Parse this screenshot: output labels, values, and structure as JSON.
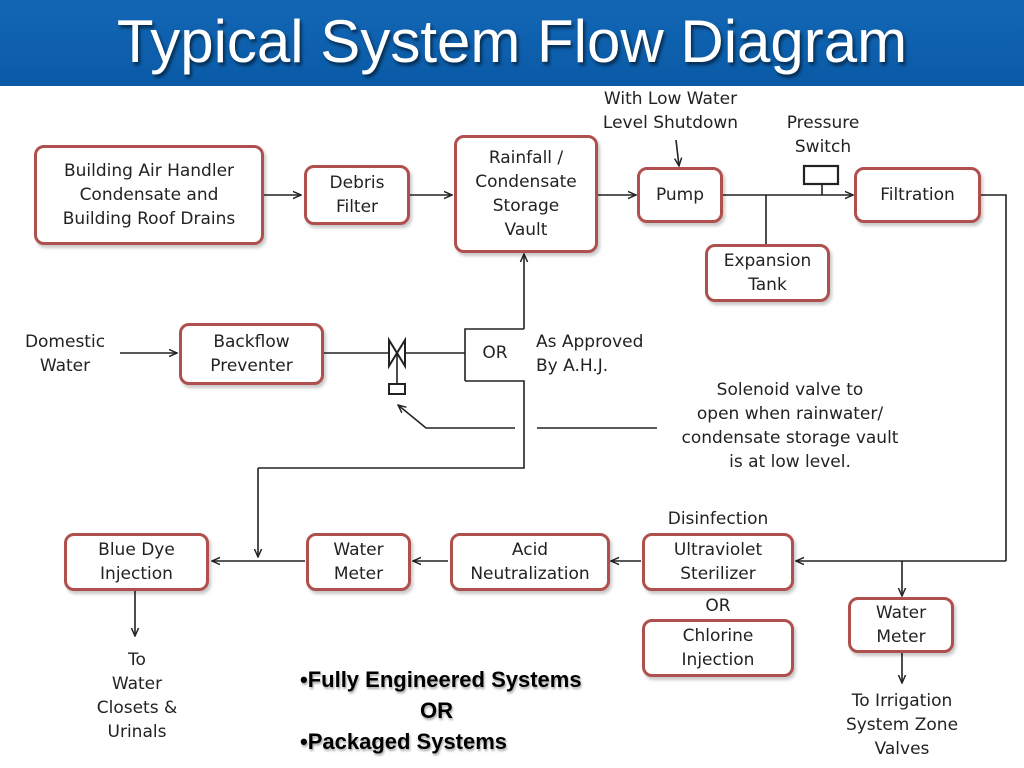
{
  "title": "Typical System Flow Diagram",
  "colors": {
    "header": "#0a5aa6",
    "box_border": "#b0504e",
    "line": "#222222"
  },
  "nodes": {
    "building_air_handler": "Building Air Handler\nCondensate and\nBuilding Roof Drains",
    "debris_filter": "Debris\nFilter",
    "storage_vault": "Rainfall /\nCondensate\nStorage\nVault",
    "pump": "Pump",
    "filtration": "Filtration",
    "expansion_tank": "Expansion\nTank",
    "backflow_preventer": "Backflow\nPreventer",
    "blue_dye_injection": "Blue Dye\nInjection",
    "water_meter_left": "Water\nMeter",
    "acid_neutralization": "Acid\nNeutralization",
    "uv_sterilizer": "Ultraviolet\nSterilizer",
    "chlorine_injection": "Chlorine\nInjection",
    "water_meter_right": "Water\nMeter"
  },
  "labels": {
    "low_water": "With Low Water\nLevel Shutdown",
    "pressure_switch": "Pressure\nSwitch",
    "domestic_water": "Domestic\nWater",
    "or_junction": "OR",
    "as_approved": "As Approved\nBy A.H.J.",
    "solenoid_note": "Solenoid valve to\nopen when rainwater/\ncondensate storage vault\nis at low level.",
    "disinfection": "Disinfection",
    "or_disinfection": "OR",
    "to_water_closets": "To\nWater\nClosets &\nUrinals",
    "to_irrigation": "To Irrigation\nSystem Zone\nValves"
  },
  "bullets": {
    "item1": "•Fully Engineered Systems",
    "or": "OR",
    "item2": "•Packaged Systems"
  }
}
